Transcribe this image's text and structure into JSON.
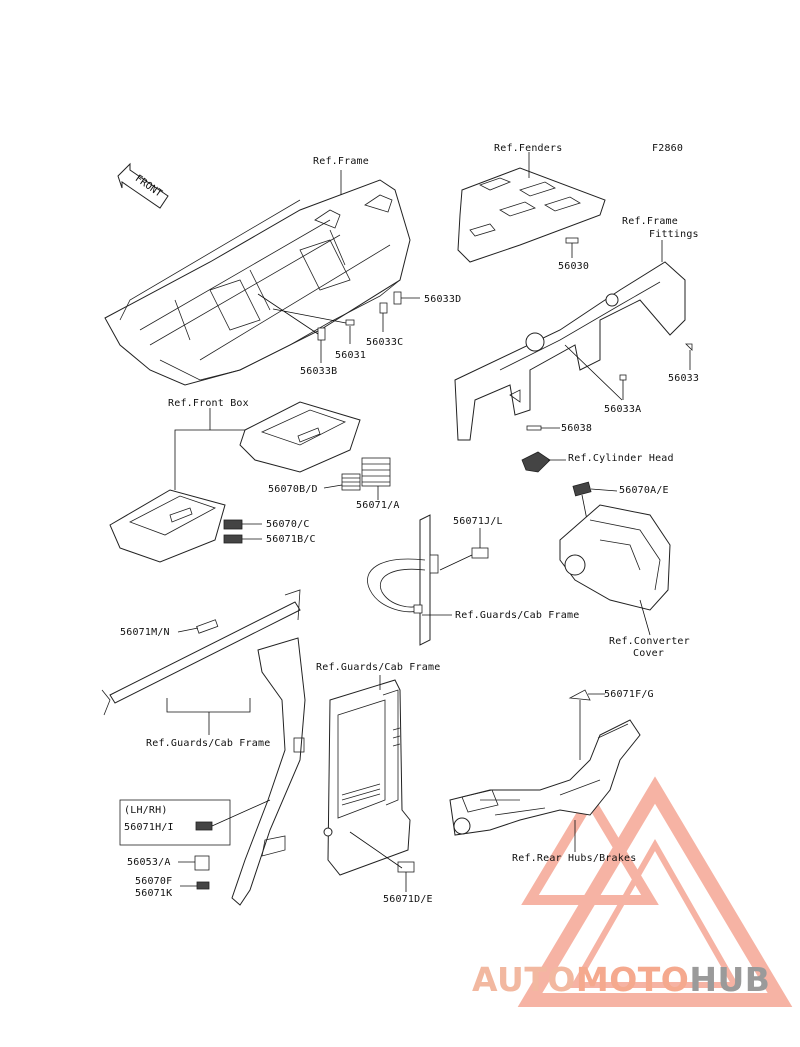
{
  "figure_code": "F2860",
  "front_arrow_label": "FRONT",
  "refs": {
    "frame": "Ref.Frame",
    "fenders": "Ref.Fenders",
    "frame_fittings_1": "Ref.Frame",
    "frame_fittings_2": "Fittings",
    "front_box": "Ref.Front Box",
    "cylinder_head": "Ref.Cylinder Head",
    "guards_cab_frame_1": "Ref.Guards/Cab Frame",
    "guards_cab_frame_2": "Ref.Guards/Cab Frame",
    "guards_cab_frame_3": "Ref.Guards/Cab Frame",
    "converter_cover_1": "Ref.Converter",
    "converter_cover_2": "Cover",
    "rear_hubs_brakes": "Ref.Rear Hubs/Brakes"
  },
  "parts": {
    "p56033D": "56033D",
    "p56031": "56031",
    "p56033C": "56033C",
    "p56033B": "56033B",
    "p56030": "56030",
    "p56033": "56033",
    "p56033A": "56033A",
    "p56038": "56038",
    "p56070A_E": "56070A/E",
    "p56070B_D": "56070B/D",
    "p56071_A": "56071/A",
    "p56070_C": "56070/C",
    "p56071B_C": "56071B/C",
    "p56071J_L": "56071J/L",
    "p56071M_N": "56071M/N",
    "p56071F_G": "56071F/G",
    "lh_rh": "(LH/RH)",
    "p56071H_I": "56071H/I",
    "p56053_A": "56053/A",
    "p56070F": "56070F",
    "p56071K": "56071K",
    "p56071D_E": "56071D/E"
  },
  "watermark": {
    "part1": "AUTO",
    "part2": "MOTO",
    "part3": "HUB",
    "colors": {
      "light": "#f2b8a0",
      "mid": "#f5a98e",
      "grey": "#9a9a9a",
      "triangle": "#f39a86"
    }
  }
}
